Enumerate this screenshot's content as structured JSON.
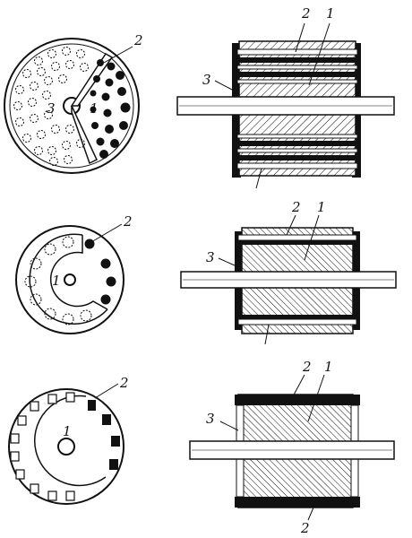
{
  "figure": {
    "rows": [
      {
        "id": "row-1",
        "cross_section_labels": [
          "2",
          "1",
          "3"
        ],
        "side_view_labels": [
          "2",
          "1",
          "3"
        ]
      },
      {
        "id": "row-2",
        "cross_section_labels": [
          "2",
          "1"
        ],
        "side_view_labels": [
          "2",
          "1",
          "3"
        ]
      },
      {
        "id": "row-3",
        "cross_section_labels": [
          "2",
          "1"
        ],
        "side_view_labels": [
          "2",
          "1",
          "3",
          "2"
        ]
      }
    ]
  }
}
